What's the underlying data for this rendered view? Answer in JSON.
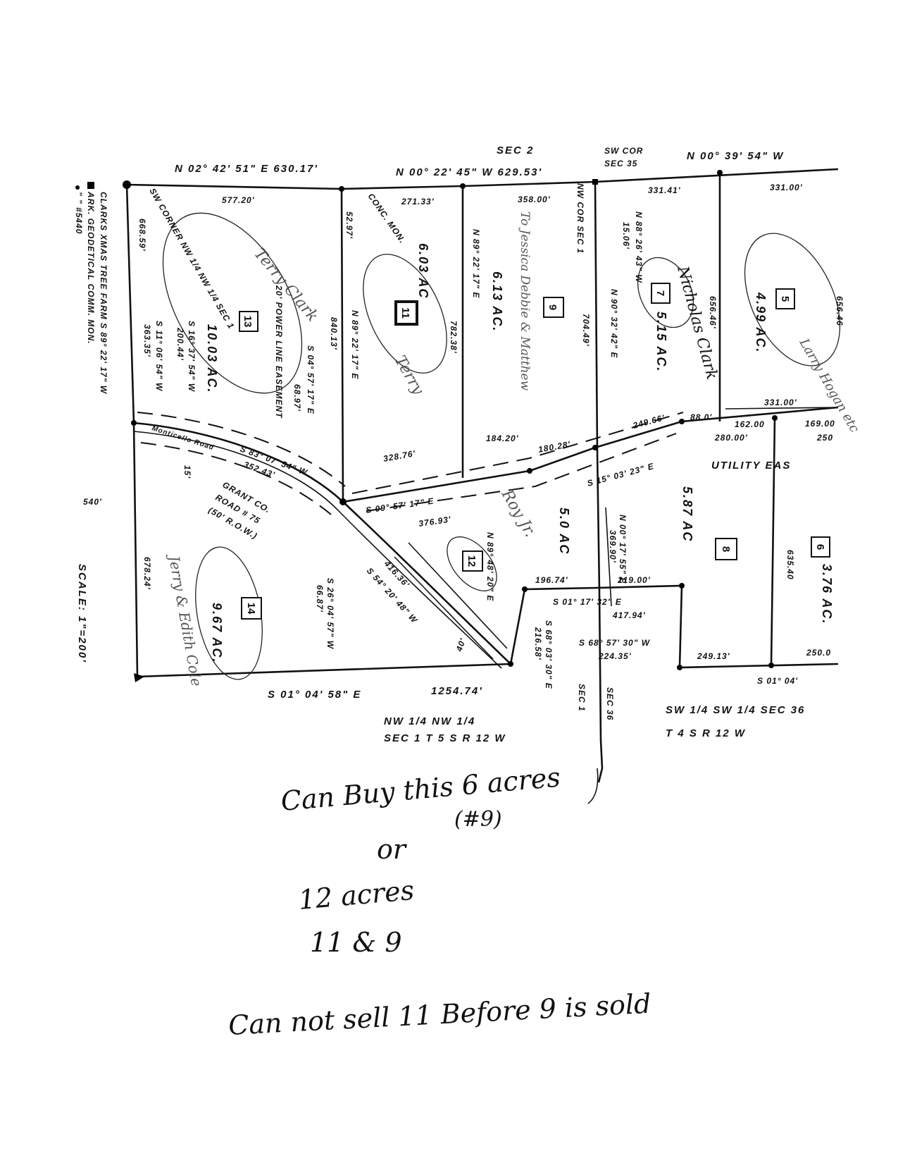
{
  "header": {
    "sec2": "SEC 2",
    "sw_cor": "SW COR",
    "sec35": "SEC 35",
    "top_bearing_left": "N 02° 42' 51\" E 630.17'",
    "top_bearing_mid": "N 00° 22' 45\" W 629.53'",
    "top_bearing_right": "N 00° 39' 54\" W"
  },
  "legend": {
    "line1": "CLARKS XMAS TREE FARM S 89° 22' 17\" W",
    "line2": "ARK. GEODETICAL COMM. MON.",
    "line3": "\" \" #5440",
    "scale": "SCALE: 1\"=200'",
    "offset": "540'"
  },
  "lots": [
    {
      "number": "13",
      "acres": "10.03 AC.",
      "owner": "Terry Clark"
    },
    {
      "number": "11",
      "acres": "6.03 AC",
      "owner": "Terry"
    },
    {
      "number": "9",
      "acres": "6.13 AC.",
      "owner": "To Jessica Debbie & Matthew"
    },
    {
      "number": "7",
      "acres": "5.15 AC.",
      "owner": "Nicholas Clark"
    },
    {
      "number": "5",
      "acres": "4.99 AC.",
      "owner": "Larry Hogan etc"
    },
    {
      "number": "8",
      "acres": "5.87 AC",
      "owner": ""
    },
    {
      "number": "6",
      "acres": "3.76 AC.",
      "owner": ""
    },
    {
      "number": "12",
      "acres": "5.0 AC",
      "owner": "Roy Jr."
    },
    {
      "number": "14",
      "acres": "9.67 AC.",
      "owner": "Jerry & Edith Cole"
    }
  ],
  "dims": {
    "d577": "577.20'",
    "d271": "271.33'",
    "d358": "358.00'",
    "d331a": "331.41'",
    "d331b": "331.00'",
    "d331c": "331.00'",
    "d249_66": "249.66'",
    "d88": "88.0'",
    "d162": "162.00",
    "d280": "280.00'",
    "d169": "169.00",
    "d250": "250",
    "d184": "184.20'",
    "d180": "180.28'",
    "d328": "328.76'",
    "d196": "196.74'",
    "d219": "219.00'",
    "d249_13": "249.13'",
    "d250b": "250.0",
    "d1254": "1254.74'",
    "b_bottom": "S 01° 04' 58\" E",
    "b_bottom_r": "S 01° 04'",
    "b_0957": "S 09° 57' 17\" E",
    "d376": "376.93'",
    "b_1503": "S 15° 03' 23\" E",
    "b_0117": "S 01° 17' 32\" E",
    "d417": "417.94'",
    "b_6857": "S 68° 57' 30\" W",
    "d224": "224.35'",
    "b_8307": "S 83° 07' 54\" W",
    "d352": "352.43'",
    "b_0457": "S 04° 57' 17\" E",
    "d68": "68.97'",
    "d840": "840.13'",
    "b_8922": "N 89° 22' 17\" E",
    "b_89_22b": "N 89° 22' 17\" E",
    "d782": "782.38'",
    "d704": "704.49'",
    "b_9032": "N 90° 32' 42\" E",
    "b_8826": "N 88° 26' 43\" W",
    "d15": "15.06'",
    "d656a": "656.46'",
    "d656b": "656.46",
    "d635": "635.40",
    "d668": "668.59'",
    "b_1106": "S 11° 06' 54\" W",
    "d363": "363.35'",
    "b_1637": "S 16° 37' 54\" W",
    "d200": "200.44'",
    "d678": "678.24'",
    "b_2604": "S 26° 04' 57\" W",
    "d66": "66.87'",
    "b_5420": "S 54° 20' 48\" W",
    "d416": "416.36'",
    "b_8948": "N 89° 48' 20\" E",
    "d369": "369.90'",
    "b_0017": "N 00° 17' 55\" E",
    "b_6803": "S 68° 03' 30\" E",
    "d216": "216.58'",
    "d52": "52.97'",
    "d15b": "15'",
    "d40": "40'"
  },
  "notes": {
    "sw_corner": "SW CORNER NW 1/4 NW 1/4 SEC 1",
    "nw_cor": "NW COR SEC 1",
    "conc_mon": "CONC. MON.",
    "power_line": "20' POWER LINE EASEMENT",
    "road": "Monticello Road",
    "grant1": "GRANT CO.",
    "grant2": "ROAD # 75",
    "grant3": "(50' R.O.W.)",
    "utility": "UTILITY EAS",
    "sec1_label": "SEC 1",
    "sec36_label": "SEC 36",
    "nw_quarter": "NW 1/4 NW 1/4",
    "township_left": "SEC 1 T 5 S R 12 W",
    "sw_quarter": "SW 1/4 SW 1/4 SEC 36",
    "township_right": "T 4 S R 12 W"
  },
  "handwritten": {
    "line1": "Can Buy this 6 acres",
    "line1b": "(#9)",
    "line2": "or",
    "line3": "12 acres",
    "line4": "11 & 9",
    "line5": "Can not sell 11 Before 9 is sold"
  }
}
